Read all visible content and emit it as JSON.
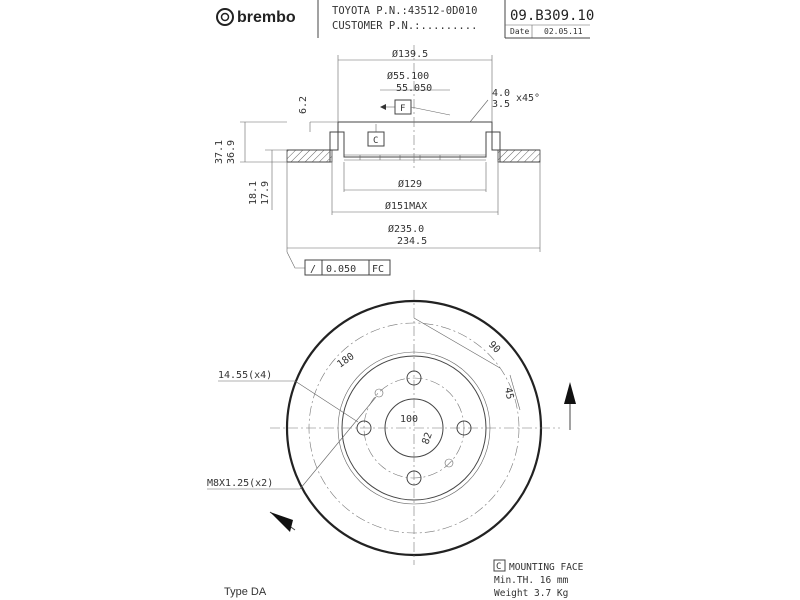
{
  "header": {
    "brand": "brembo",
    "oem_line": "TOYOTA P.N.:43512-0D010",
    "customer_line": "CUSTOMER P.N.:.........",
    "part_number": "09.B309.10",
    "date_label": "Date",
    "date_value": "02.05.11"
  },
  "section_view": {
    "dims": {
      "d_139": "Ø139.5",
      "d_55a": "Ø55.100",
      "d_55b": "55.050",
      "chamfer_a": "4.0",
      "chamfer_b": "3.5",
      "chamfer_angle": "x45°",
      "d_129": "Ø129",
      "d_151": "Ø151MAX",
      "d_235a": "Ø235.0",
      "d_235b": "234.5",
      "h_62": "6.2",
      "h_371": "37.1",
      "h_369": "36.9",
      "h_181": "18.1",
      "h_179": "17.9"
    },
    "datum_f": "F",
    "datum_c": "C",
    "tolerance": {
      "symbol": "/",
      "value": "0.050",
      "datum": "FC"
    }
  },
  "front_view": {
    "pcd": "100",
    "d_82": "82",
    "d_180": "180",
    "angle_90": "90",
    "angle_45": "45",
    "hole_note": "14.55(x4)",
    "thread_note": "M8X1.25(x2)"
  },
  "notes": {
    "mounting_code": "C",
    "mounting_label": "MOUNTING FACE",
    "min_th": "Min.TH. 16 mm",
    "weight": "Weight  3.7 Kg"
  },
  "footer": {
    "type": "Type DA"
  }
}
